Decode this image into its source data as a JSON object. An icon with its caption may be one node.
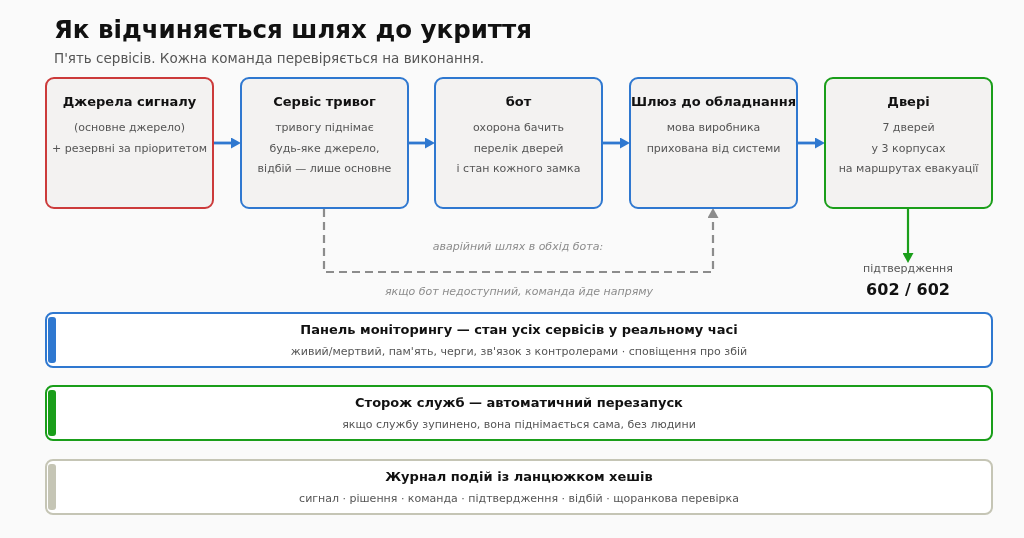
{
  "diagram": {
    "title": "Як відчиняється шлях до укриття",
    "caption": "П'ять сервісів. Кожна команда перевіряється на виконання.",
    "nodes": [
      {
        "text": [
          "Джерела сигналу",
          "(основне джерело) + резервні за пріоритетом"
        ]
      },
      {
        "text": [
          "Сервіс тривог",
          "тривогу піднімає будь-яке джерело, відбій — лише основне"
        ]
      },
      {
        "text": [
          "бот",
          "охорона бачить перелік дверей і стан кожного замка"
        ]
      },
      {
        "text": [
          "Шлюз до обладнання",
          "мова виробника прихована від системи"
        ]
      },
      {
        "text": [
          "Двері",
          "7 дверей у 3 корпусах на маршрутах евакуації"
        ]
      },
      {
        "text": [
          "підтвердження",
          "602 / 602"
        ]
      },
      {
        "text": [
          "Панель моніторингу — стан усіх сервісів у реальному часі",
          "живий/мертвий, пам'ять, черги, зв'язок з контролерами · сповіщення про збій"
        ]
      },
      {
        "text": [
          "Сторож служб — автоматичний перезапуск",
          "якщо службу зупинено, вона піднімається сама, без людини"
        ]
      },
      {
        "text": [
          "Журнал подій із ланцюжком хешів",
          "сигнал · рішення · команда · підтвердження · відбій · щоранкова перевірка"
        ]
      }
    ],
    "edges": [
      {
        "from": 0,
        "to": 1,
        "arrow": "to"
      },
      {
        "from": 1,
        "to": 2,
        "arrow": "to"
      },
      {
        "from": 2,
        "to": 3,
        "arrow": "to"
      },
      {
        "from": 3,
        "to": 4,
        "arrow": "to"
      },
      {
        "from": 4,
        "to": 5,
        "arrow": "to",
        "color": "#1a9e1a"
      },
      {
        "from": 1,
        "to": 3,
        "arrow": "to",
        "label": "аварійний шлях в обхід бота:",
        "style": "dashed",
        "color": "#8c8c8c"
      }
    ],
    "labels": [
      "якщо бот недоступний, команда йде напряму"
    ]
  }
}
